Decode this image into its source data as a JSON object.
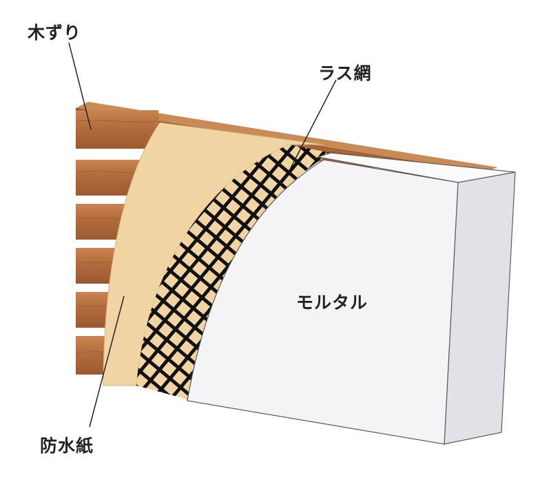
{
  "labels": {
    "wood_strips": "木ずり",
    "lath_mesh": "ラス網",
    "mortar": "モルタル",
    "waterproof_paper": "防水紙"
  },
  "colors": {
    "wood": "#b86f42",
    "wood_dark": "#8f4f2b",
    "paper": "#f1d4a4",
    "mesh": "#111111",
    "mortar_face": "#f4f4f6",
    "mortar_side": "#e2e2e6",
    "outline": "#5a5a5a"
  }
}
